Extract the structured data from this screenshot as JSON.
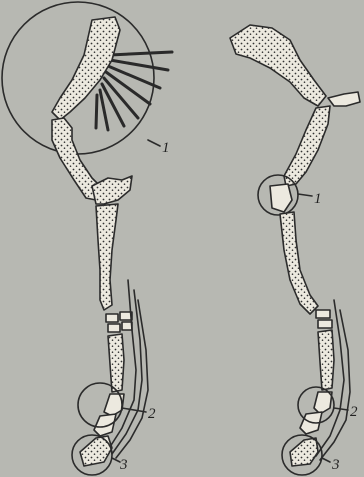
{
  "figure": {
    "left_leg": {
      "labels": [
        "1",
        "2",
        "3"
      ]
    },
    "right_leg": {
      "labels": [
        "1",
        "2",
        "3"
      ]
    }
  }
}
